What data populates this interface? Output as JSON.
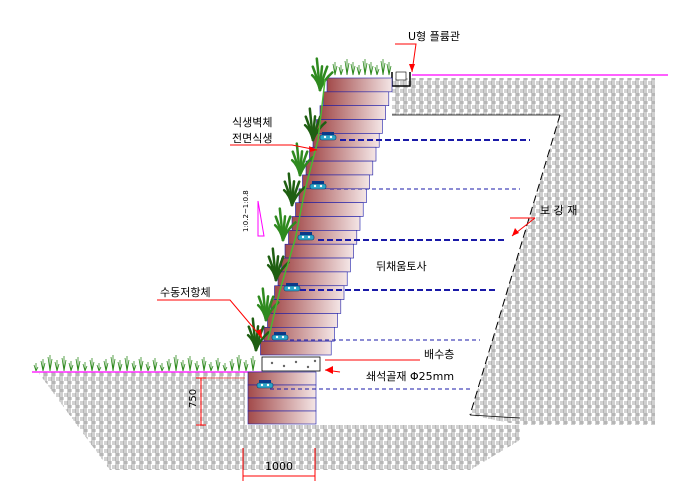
{
  "labels": {
    "u_flume": "U형 플륨관",
    "veg_wall_1": "식생벽체",
    "veg_wall_2": "전면식생",
    "reinforcement": "보 강 재",
    "backfill": "뒤채움토사",
    "water_resist": "수동저항체",
    "drain_layer": "배수층",
    "crushed_stone": "쇄석골재 Φ25mm",
    "slope_ratio": "1:0.2~1:0.8",
    "dim_height": "750",
    "dim_width": "1000"
  },
  "colors": {
    "block_dark": "#a24a4a",
    "block_light": "#f4e6e6",
    "leader": "#ff0000",
    "reinforcement": "#1a1aa8",
    "ground": "#ff00ff",
    "vegetation": "#2f8a1f",
    "dimension": "#ff0000",
    "hatch": "#7a7a7a"
  },
  "icons": {
    "drain_pipe": "drain-pipe-icon",
    "plant": "plant-icon"
  }
}
